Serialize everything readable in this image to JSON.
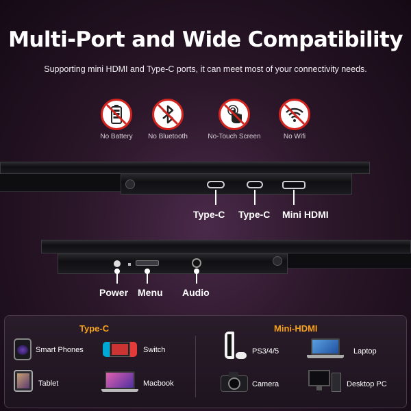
{
  "header": {
    "title": "Multi-Port and Wide Compatibility",
    "subtitle": "Supporting mini HDMI and Type-C ports, it can meet most of your connectivity needs."
  },
  "features": [
    {
      "label": "No Battery",
      "icon": "no-battery-icon"
    },
    {
      "label": "No Bluetooth",
      "icon": "no-bluetooth-icon"
    },
    {
      "label": "No-Touch Screen",
      "icon": "no-touch-icon"
    },
    {
      "label": "No Wifi",
      "icon": "no-wifi-icon"
    }
  ],
  "ports_top": [
    "Type-C",
    "Type-C",
    "Mini HDMI"
  ],
  "ports_bottom": [
    "Power",
    "Menu",
    "Audio"
  ],
  "compatibility": {
    "type_c": {
      "title": "Type-C",
      "devices": [
        "Smart Phones",
        "Switch",
        "Tablet",
        "Macbook"
      ]
    },
    "mini_hdmi": {
      "title": "Mini-HDMI",
      "devices": [
        "PS3/4/5",
        "Laptop",
        "Camera",
        "Desktop PC"
      ]
    }
  },
  "colors": {
    "accent": "#f5a21a",
    "warning": "#d1241f"
  }
}
